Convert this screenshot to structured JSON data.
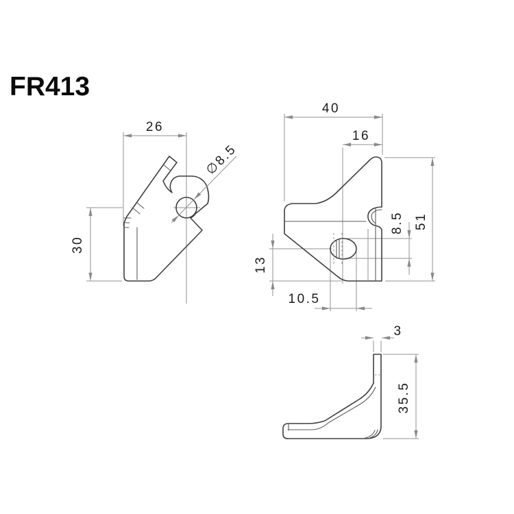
{
  "title": "FR413",
  "drawing": {
    "side_view": {
      "width": "26",
      "height": "30",
      "hole_diameter": "∅8.5"
    },
    "front_view": {
      "width": "40",
      "hole_offset": "16",
      "height": "51",
      "hole_height": "8.5",
      "hole_to_bottom": "13",
      "hole_width": "10.5"
    },
    "profile_view": {
      "thickness": "3",
      "height": "35.5"
    }
  }
}
